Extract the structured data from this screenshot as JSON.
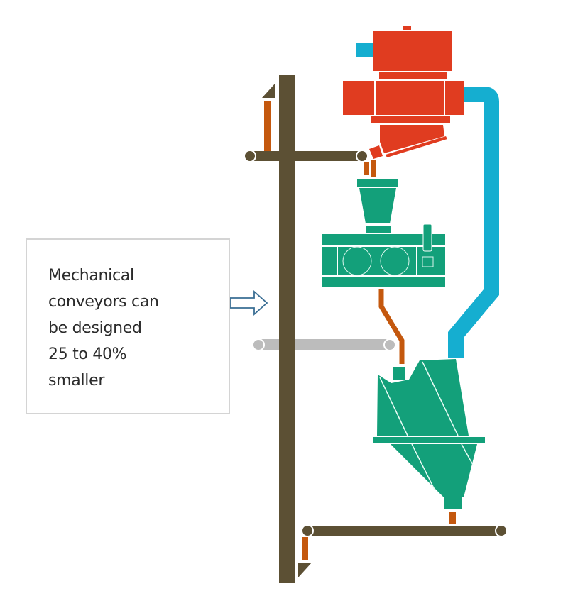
{
  "callout": {
    "lines": [
      "Mechanical",
      "conveyors can",
      "be designed",
      "25 to 40%",
      "smaller"
    ]
  },
  "colors": {
    "background": "#ffffff",
    "conveyor_frame": "#5c5034",
    "old_conveyor": "#bcbcbc",
    "chute": "#c4580e",
    "crusher": "#e03c20",
    "duct": "#15aed0",
    "green_equipment": "#13a07a",
    "arrow_outline": "#3a6e94",
    "callout_border": "#d4d4d4",
    "text": "#2b2b2b"
  }
}
